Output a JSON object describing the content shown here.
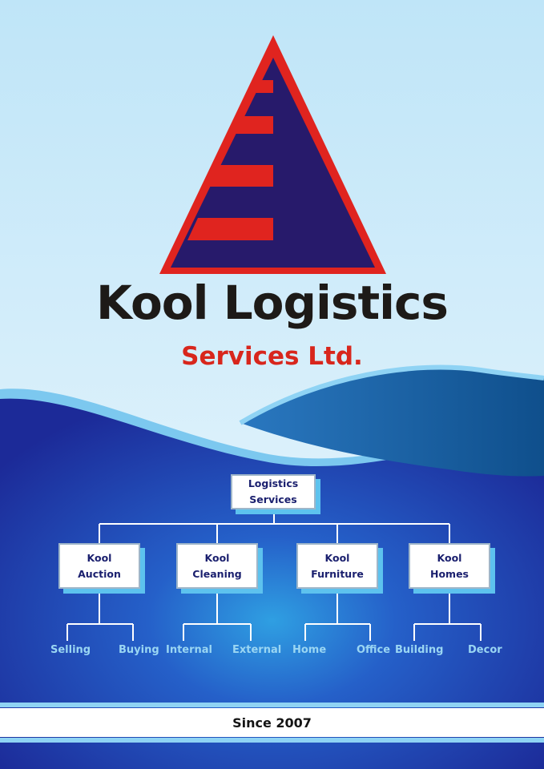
{
  "brand": {
    "name": "Kool Logistics",
    "tagline": "Services Ltd."
  },
  "colors": {
    "triangle_fill": "#271a6b",
    "triangle_border": "#e0241f",
    "stripe": "#e0241f",
    "sky_top": "#c9e9f9",
    "navy": "#1f2fa8",
    "title_text": "#1d1a17",
    "tagline_text": "#d8261c",
    "leaf_text": "#9ad6f3",
    "box_shadow": "#5dc2ee"
  },
  "org_chart": {
    "root": {
      "line1": "Logistics",
      "line2": "Services"
    },
    "branches": [
      {
        "line1": "Kool",
        "line2": "Auction",
        "leaves": [
          "Selling",
          "Buying"
        ]
      },
      {
        "line1": "Kool",
        "line2": "Cleaning",
        "leaves": [
          "Internal",
          "External"
        ]
      },
      {
        "line1": "Kool",
        "line2": "Furniture",
        "leaves": [
          "Home",
          "Office"
        ]
      },
      {
        "line1": "Kool",
        "line2": "Homes",
        "leaves": [
          "Building",
          "Decor"
        ]
      }
    ]
  },
  "footer": {
    "since": "Since 2007"
  }
}
